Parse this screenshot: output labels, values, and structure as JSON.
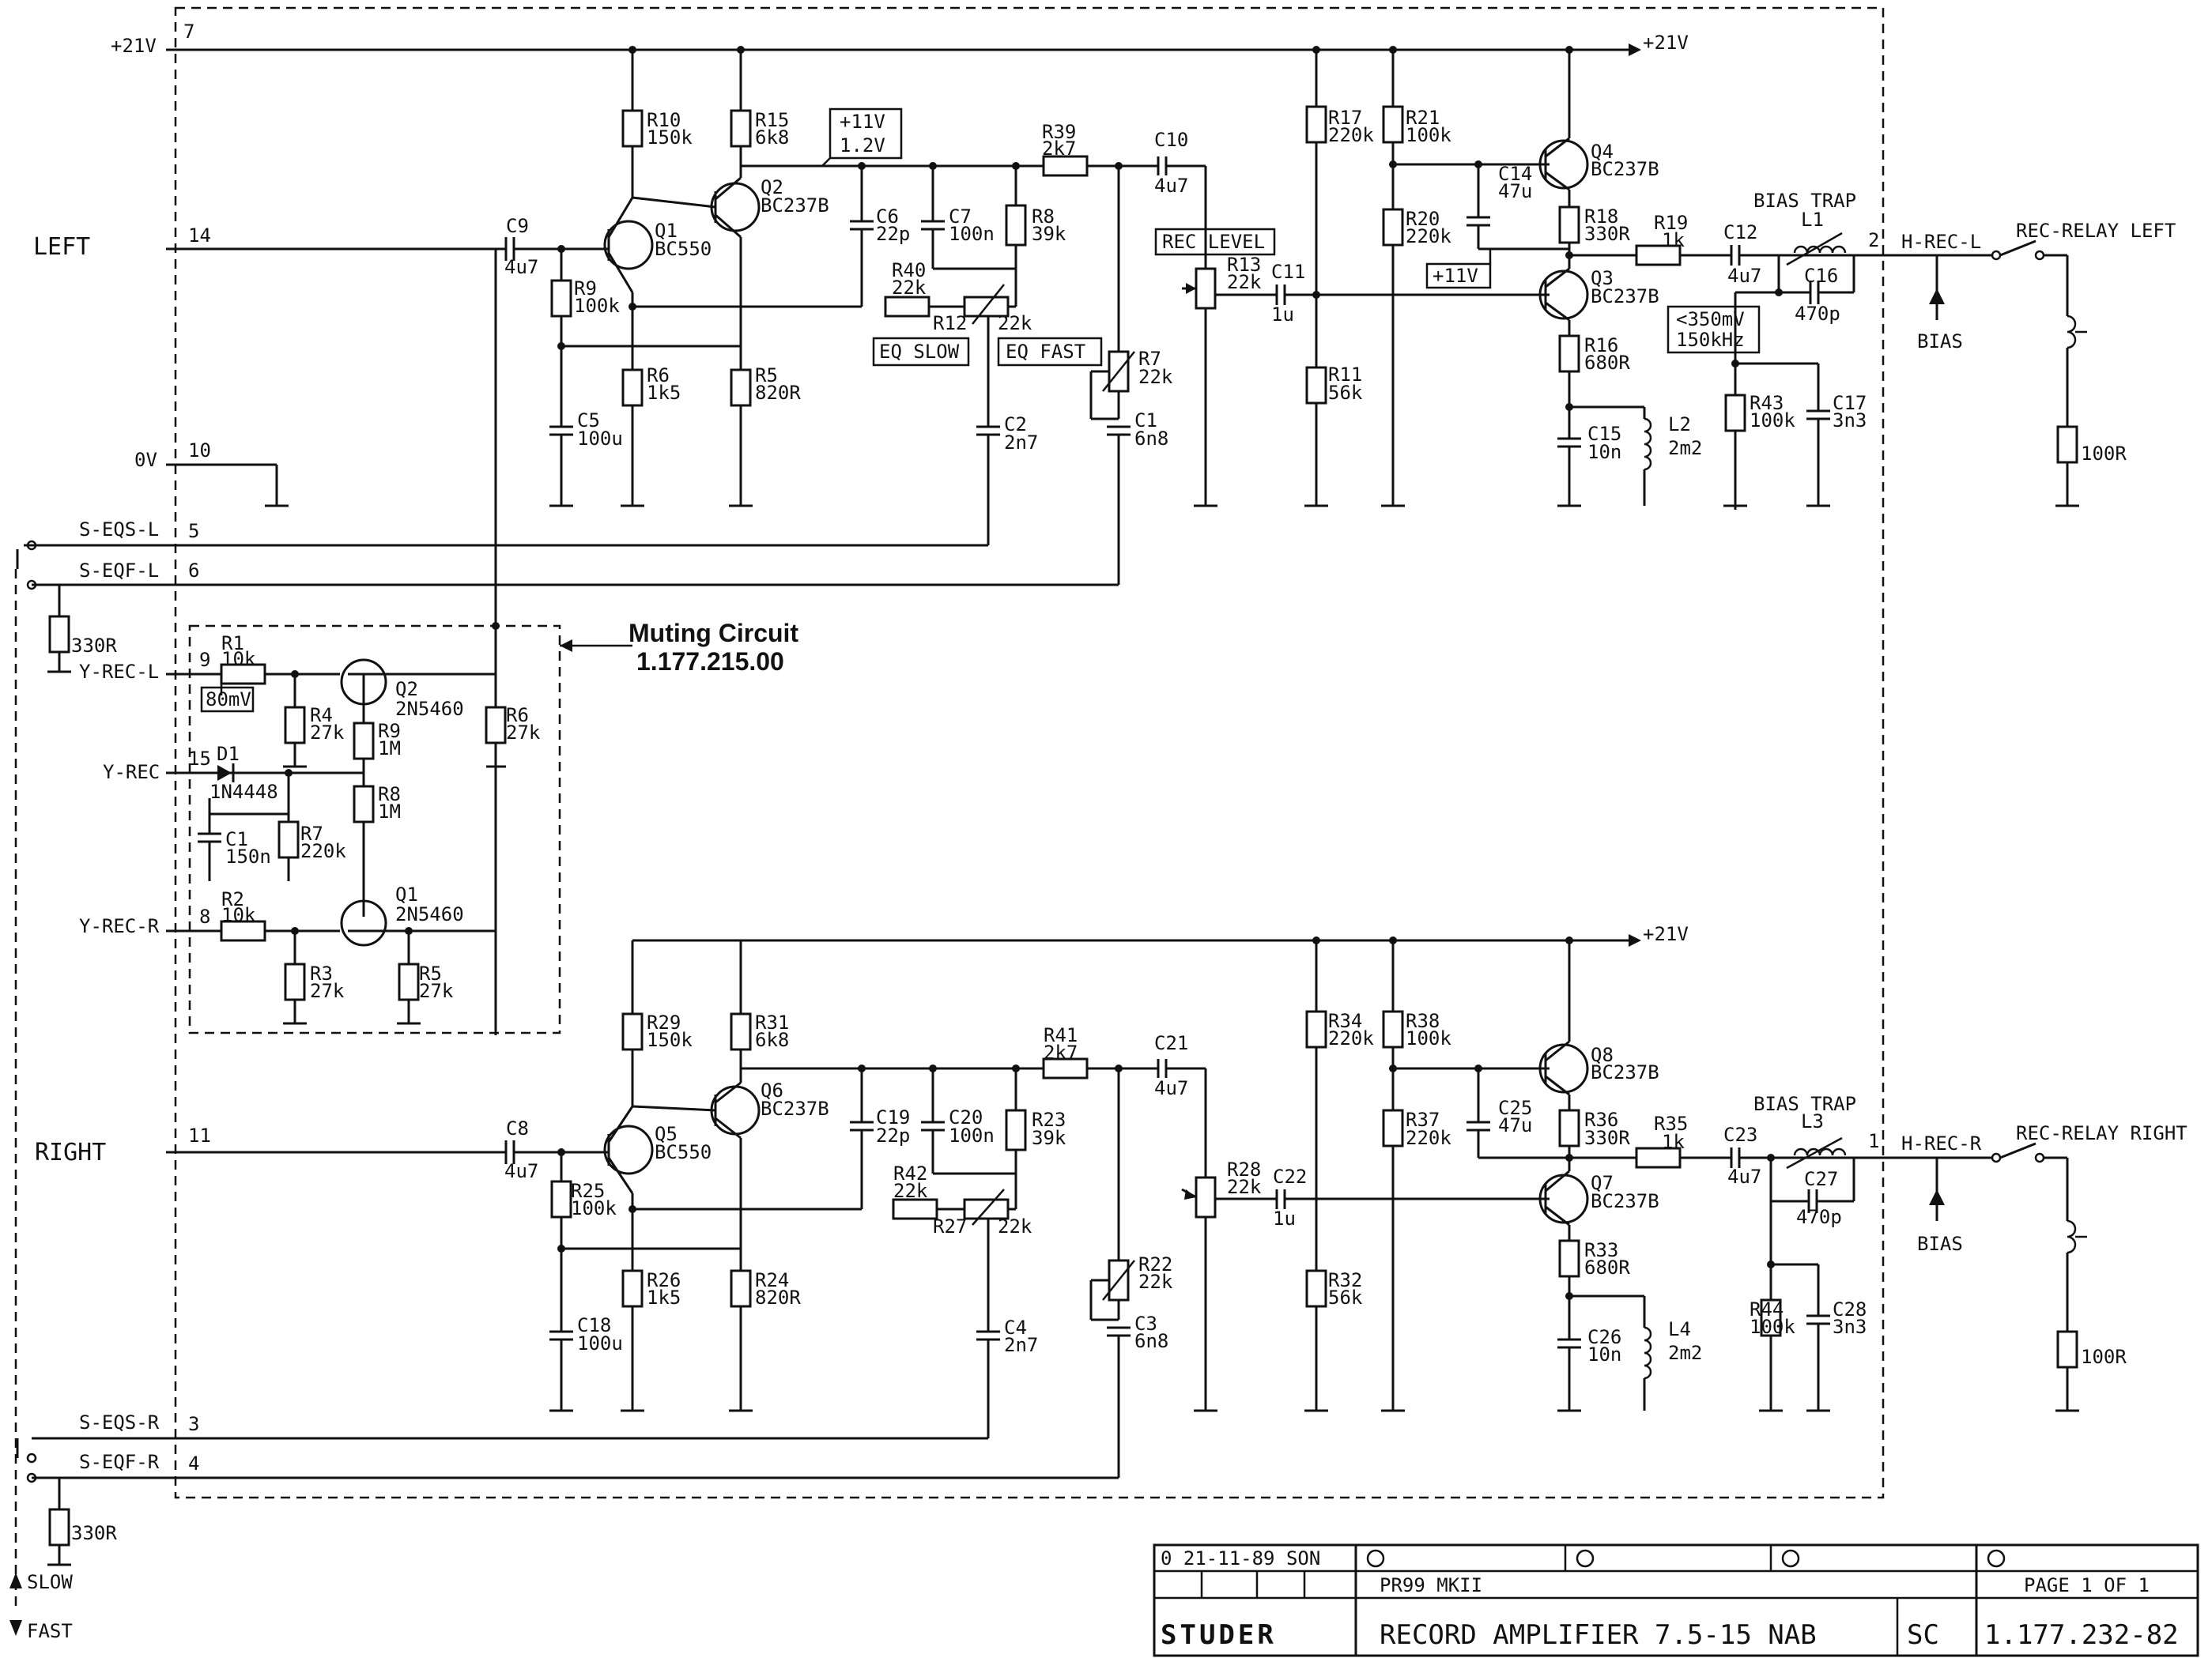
{
  "channels": {
    "left": "LEFT",
    "right": "RIGHT"
  },
  "supply": {
    "plus21": "+21V",
    "zero": "0V",
    "plus11": "+11V",
    "test_point_voltage": "1.2V"
  },
  "pins": {
    "p7": "7",
    "p14": "14",
    "p10": "10",
    "p5": "5",
    "p6": "6",
    "p9": "9",
    "p15": "15",
    "p8": "8",
    "p11": "11",
    "p3": "3",
    "p4": "4",
    "p2": "2",
    "p1": "1"
  },
  "signals": {
    "s_eqs_l": "S-EQS-L",
    "s_eqf_l": "S-EQF-L",
    "y_rec_l": "Y-REC-L",
    "y_rec": "Y-REC",
    "y_rec_r": "Y-REC-R",
    "s_eqs_r": "S-EQS-R",
    "s_eqf_r": "S-EQF-R",
    "h_rec_l": "H-REC-L",
    "h_rec_r": "H-REC-R",
    "rec_relay_left": "REC-RELAY LEFT",
    "rec_relay_right": "REC-RELAY RIGHT",
    "bias": "BIAS",
    "bias_trap": "BIAS TRAP",
    "slow": "SLOW",
    "fast": "FAST"
  },
  "boxed_labels": {
    "eq_slow": "EQ SLOW",
    "eq_fast": "EQ FAST",
    "rec_level": "REC LEVEL",
    "bias_level": "<350mV",
    "bias_freq": "150kHz",
    "mute_level": "80mV"
  },
  "muting_note": {
    "title": "Muting Circuit",
    "number": "1.177.215.00"
  },
  "components_left": [
    {
      "ref": "R10",
      "value": "150k"
    },
    {
      "ref": "R15",
      "value": "6k8"
    },
    {
      "ref": "Q1",
      "value": "BC550"
    },
    {
      "ref": "Q2",
      "value": "BC237B"
    },
    {
      "ref": "C9",
      "value": "4u7"
    },
    {
      "ref": "R9",
      "value": "100k"
    },
    {
      "ref": "R6",
      "value": "1k5"
    },
    {
      "ref": "R5",
      "value": "820R"
    },
    {
      "ref": "C5",
      "value": "100u"
    },
    {
      "ref": "C6",
      "value": "22p"
    },
    {
      "ref": "C7",
      "value": "100n"
    },
    {
      "ref": "R8",
      "value": "39k"
    },
    {
      "ref": "R39",
      "value": "2k7"
    },
    {
      "ref": "R40",
      "value": "22k"
    },
    {
      "ref": "R12",
      "value": "22k"
    },
    {
      "ref": "C2",
      "value": "2n7"
    },
    {
      "ref": "R7",
      "value": "22k"
    },
    {
      "ref": "C1",
      "value": "6n8"
    },
    {
      "ref": "C10",
      "value": "4u7"
    },
    {
      "ref": "R13",
      "value": "22k"
    },
    {
      "ref": "C11",
      "value": "1u"
    },
    {
      "ref": "R17",
      "value": "220k"
    },
    {
      "ref": "R11",
      "value": "56k"
    },
    {
      "ref": "R21",
      "value": "100k"
    },
    {
      "ref": "R20",
      "value": "220k"
    },
    {
      "ref": "C14",
      "value": "47u"
    },
    {
      "ref": "Q4",
      "value": "BC237B"
    },
    {
      "ref": "R18",
      "value": "330R"
    },
    {
      "ref": "Q3",
      "value": "BC237B"
    },
    {
      "ref": "R16",
      "value": "680R"
    },
    {
      "ref": "C15",
      "value": "10n"
    },
    {
      "ref": "L2",
      "value": "2m2"
    },
    {
      "ref": "R19",
      "value": "1k"
    },
    {
      "ref": "C12",
      "value": "4u7"
    },
    {
      "ref": "L1",
      "value": ""
    },
    {
      "ref": "C16",
      "value": "470p"
    },
    {
      "ref": "R43",
      "value": "100k"
    },
    {
      "ref": "C17",
      "value": "3n3"
    }
  ],
  "components_right": [
    {
      "ref": "R29",
      "value": "150k"
    },
    {
      "ref": "R31",
      "value": "6k8"
    },
    {
      "ref": "Q5",
      "value": "BC550"
    },
    {
      "ref": "Q6",
      "value": "BC237B"
    },
    {
      "ref": "C8",
      "value": "4u7"
    },
    {
      "ref": "R25",
      "value": "100k"
    },
    {
      "ref": "R26",
      "value": "1k5"
    },
    {
      "ref": "R24",
      "value": "820R"
    },
    {
      "ref": "C18",
      "value": "100u"
    },
    {
      "ref": "C19",
      "value": "22p"
    },
    {
      "ref": "C20",
      "value": "100n"
    },
    {
      "ref": "R23",
      "value": "39k"
    },
    {
      "ref": "R41",
      "value": "2k7"
    },
    {
      "ref": "R42",
      "value": "22k"
    },
    {
      "ref": "R27",
      "value": "22k"
    },
    {
      "ref": "C4",
      "value": "2n7"
    },
    {
      "ref": "R22",
      "value": "22k"
    },
    {
      "ref": "C3",
      "value": "6n8"
    },
    {
      "ref": "C21",
      "value": "4u7"
    },
    {
      "ref": "R28",
      "value": "22k"
    },
    {
      "ref": "C22",
      "value": "1u"
    },
    {
      "ref": "R34",
      "value": "220k"
    },
    {
      "ref": "R32",
      "value": "56k"
    },
    {
      "ref": "R38",
      "value": "100k"
    },
    {
      "ref": "R37",
      "value": "220k"
    },
    {
      "ref": "C25",
      "value": "47u"
    },
    {
      "ref": "Q8",
      "value": "BC237B"
    },
    {
      "ref": "R36",
      "value": "330R"
    },
    {
      "ref": "Q7",
      "value": "BC237B"
    },
    {
      "ref": "R33",
      "value": "680R"
    },
    {
      "ref": "C26",
      "value": "10n"
    },
    {
      "ref": "L4",
      "value": "2m2"
    },
    {
      "ref": "R35",
      "value": "1k"
    },
    {
      "ref": "C23",
      "value": "4u7"
    },
    {
      "ref": "L3",
      "value": ""
    },
    {
      "ref": "C27",
      "value": "470p"
    },
    {
      "ref": "R44",
      "value": "100k"
    },
    {
      "ref": "C28",
      "value": "3n3"
    }
  ],
  "components_muting": [
    {
      "ref": "R1",
      "value": "10k"
    },
    {
      "ref": "Q2",
      "value": "2N5460"
    },
    {
      "ref": "R4",
      "value": "27k"
    },
    {
      "ref": "R9",
      "value": "1M"
    },
    {
      "ref": "R6",
      "value": "27k"
    },
    {
      "ref": "D1",
      "value": "1N4448"
    },
    {
      "ref": "R8",
      "value": "1M"
    },
    {
      "ref": "C1",
      "value": "150n"
    },
    {
      "ref": "R7",
      "value": "220k"
    },
    {
      "ref": "R2",
      "value": "10k"
    },
    {
      "ref": "Q1",
      "value": "2N5460"
    },
    {
      "ref": "R3",
      "value": "27k"
    },
    {
      "ref": "R5",
      "value": "27k"
    }
  ],
  "external": {
    "left_ext_res": "330R",
    "right_ext_res": "330R",
    "left_head_res": "100R",
    "right_head_res": "100R"
  },
  "title_block": {
    "revision": "0 21-11-89 SON",
    "model": "PR99 MKII",
    "brand": "STUDER",
    "title": "RECORD AMPLIFIER 7.5-15 NAB",
    "size": "SC",
    "page": "PAGE 1 OF 1",
    "drawing_number": "1.177.232-82"
  }
}
